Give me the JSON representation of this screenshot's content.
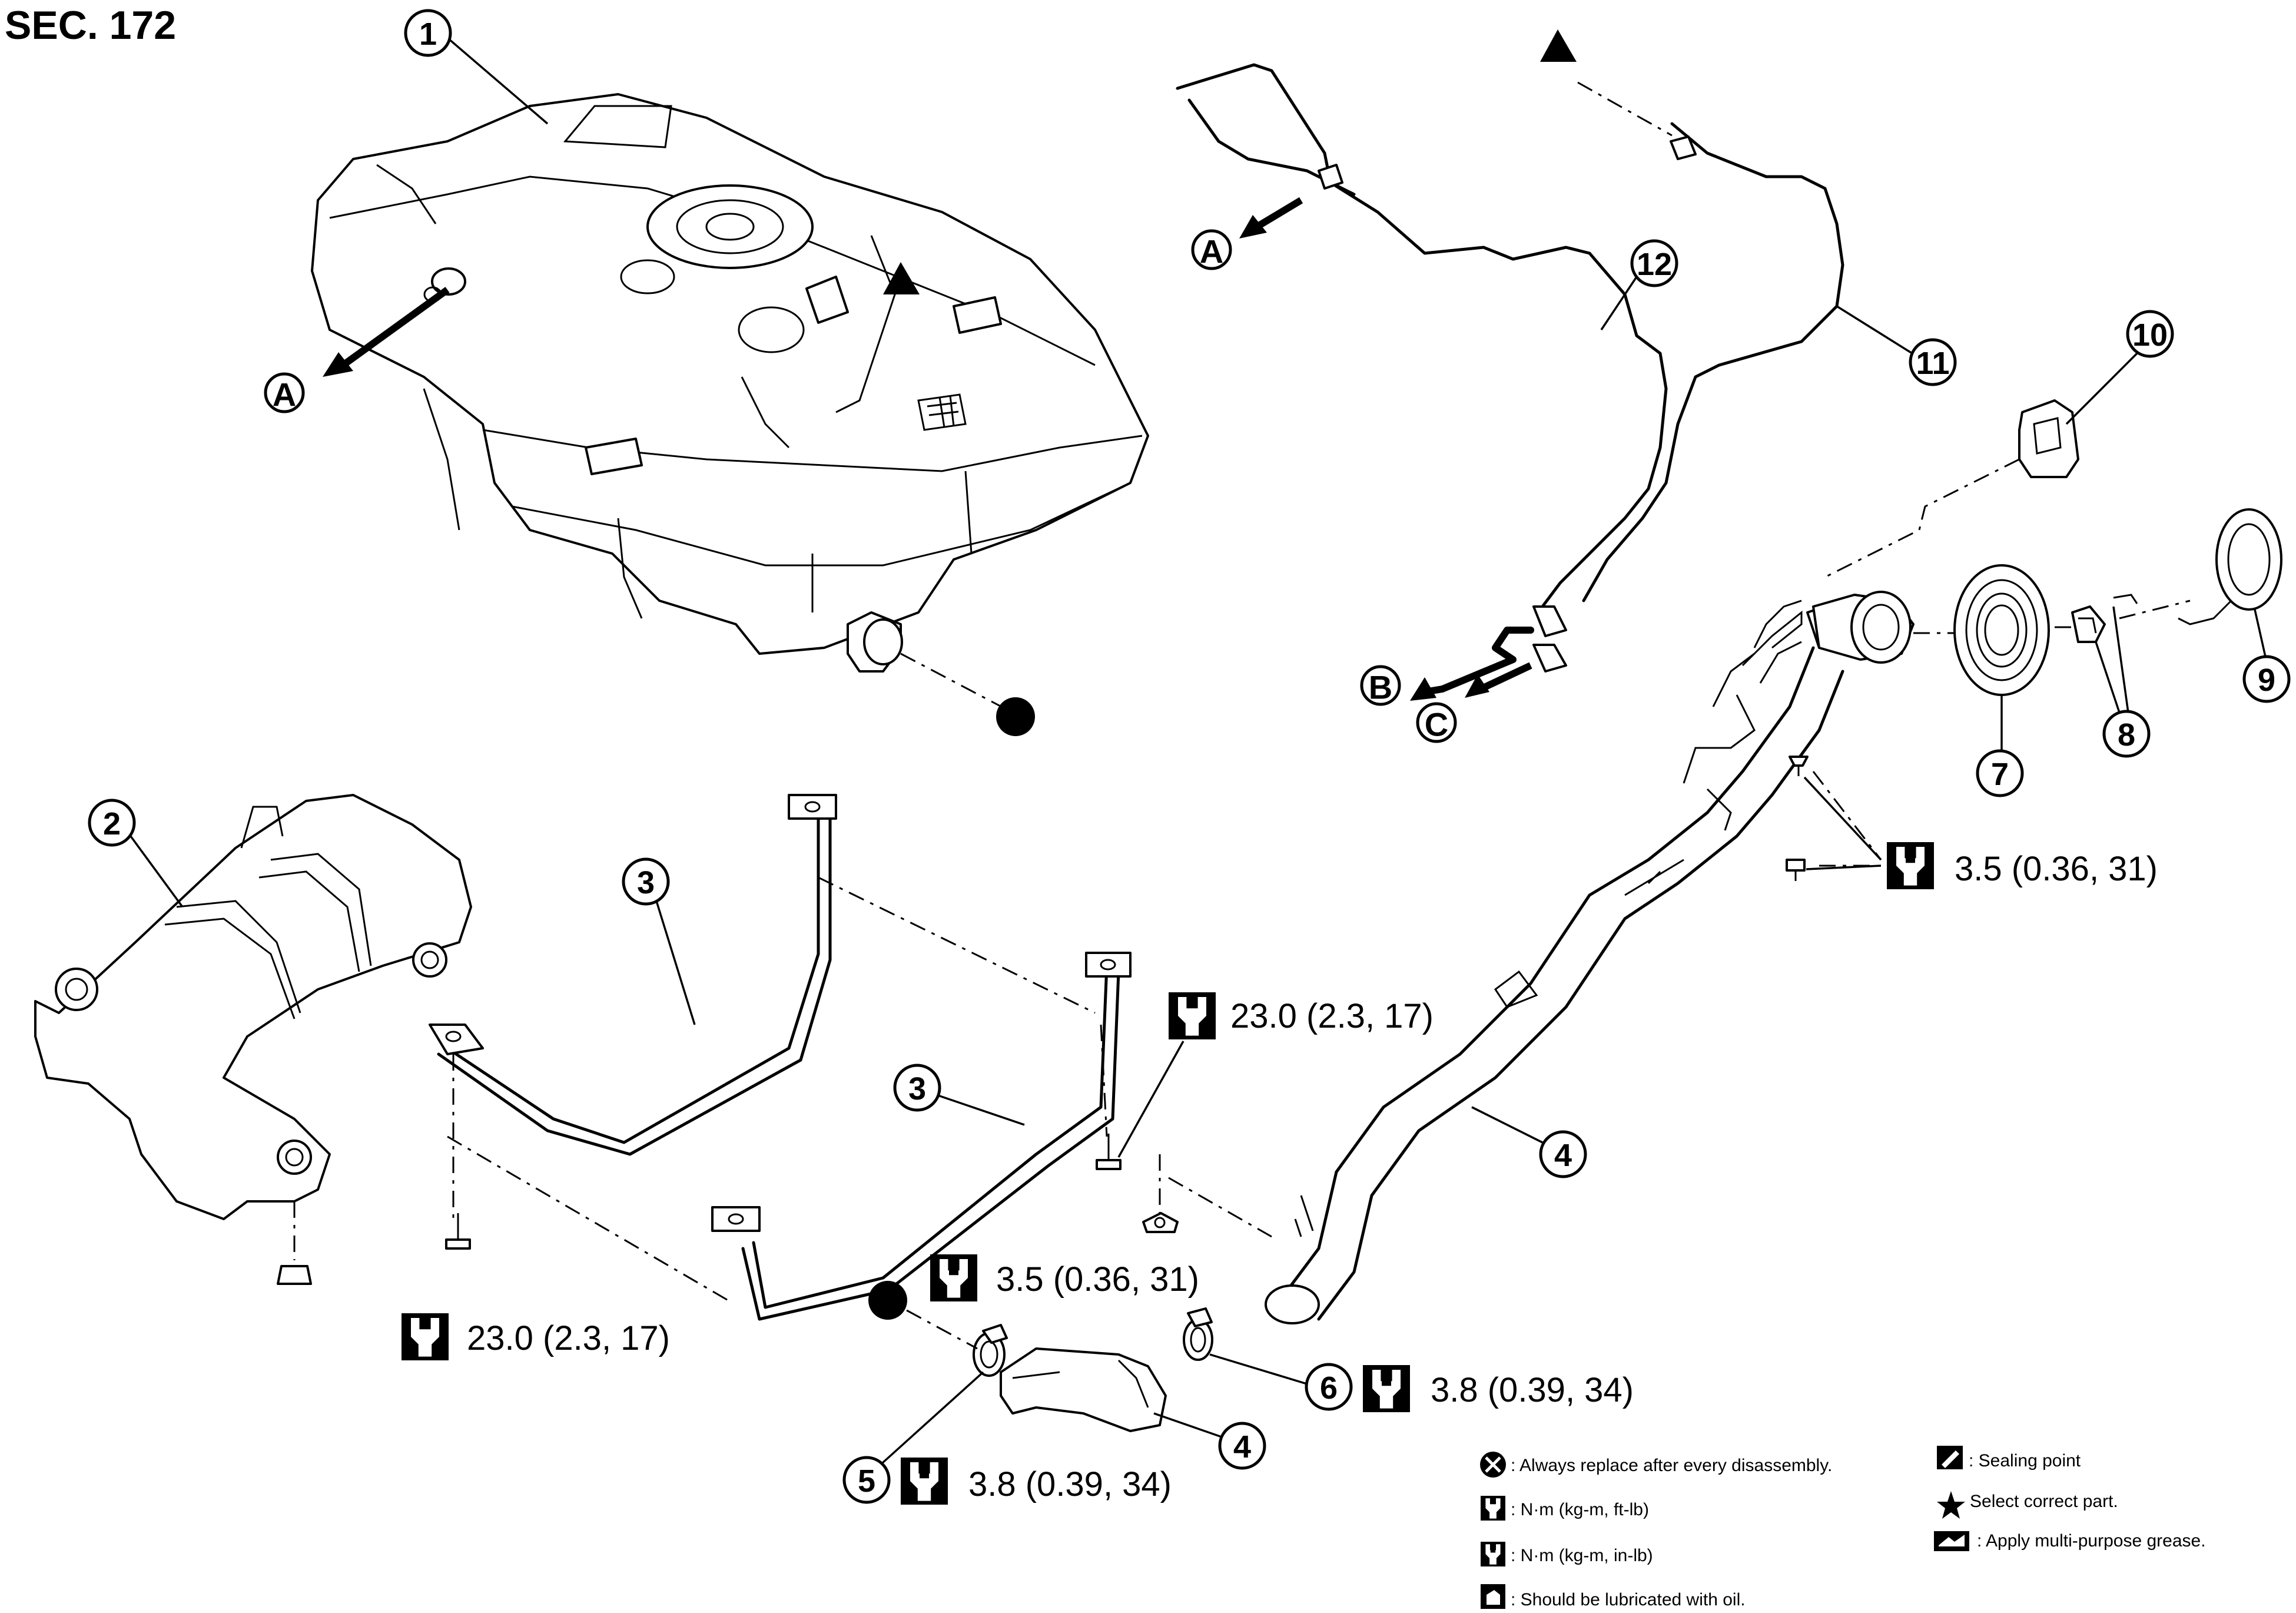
{
  "section": "SEC. 172",
  "callouts": [
    {
      "id": "c1",
      "label": "1"
    },
    {
      "id": "c2",
      "label": "2"
    },
    {
      "id": "c3a",
      "label": "3"
    },
    {
      "id": "c3b",
      "label": "3"
    },
    {
      "id": "c4a",
      "label": "4"
    },
    {
      "id": "c4b",
      "label": "4"
    },
    {
      "id": "c5",
      "label": "5"
    },
    {
      "id": "c6",
      "label": "6"
    },
    {
      "id": "c7",
      "label": "7"
    },
    {
      "id": "c8",
      "label": "8"
    },
    {
      "id": "c9",
      "label": "9"
    },
    {
      "id": "c10",
      "label": "10"
    },
    {
      "id": "c11",
      "label": "11"
    },
    {
      "id": "c12",
      "label": "12"
    }
  ],
  "connectors": {
    "a1": "A",
    "a2": "A",
    "b": "B",
    "c": "C"
  },
  "torque_specs": {
    "filler_screws": "3.5 (0.36, 31)",
    "band_bolt_right": "23.0 (2.3, 17)",
    "band_bolt_left": "23.0 (2.3, 17)",
    "bracket_nut": "3.5 (0.36, 31)",
    "clamp_right": "3.8 (0.39, 34)",
    "clamp_left": "3.8 (0.39, 34)"
  },
  "legend": {
    "replace": ": Always replace after every disassembly.",
    "nm_ftlb": ": N·m (kg-m, ft-lb)",
    "nm_inlb": ": N·m (kg-m, in-lb)",
    "oil": ": Should be lubricated with oil.",
    "sealing": ": Sealing point",
    "select": "Select correct part.",
    "grease": ": Apply multi-purpose grease."
  },
  "icons": {
    "wrench_open": "torque-ftlb-icon",
    "wrench_filled": "torque-inlb-icon",
    "cross_circle": "replace-icon",
    "oil_can": "oil-icon",
    "seal": "sealing-point-icon",
    "star": "select-part-icon",
    "grease": "grease-icon"
  }
}
